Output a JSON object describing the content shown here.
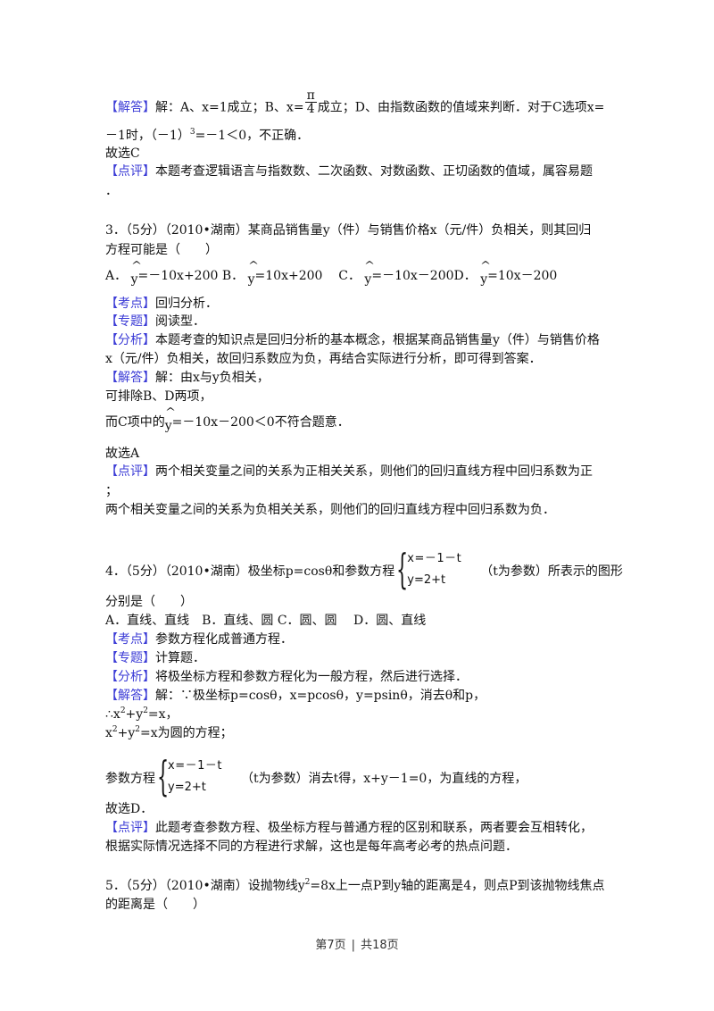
{
  "q2_tail": {
    "answer_tag": "【解答】",
    "answer_line1_a": "解：A、x=1成立；B、x=",
    "pi_num": "π",
    "pi_den": "4",
    "answer_line1_b": "成立；D、由指数函数的值域来判断．对于C选项x=",
    "answer_line2": "－1时，（－1）",
    "answer_line2_sup": "3",
    "answer_line2_b": "=－1＜0，不正确．",
    "conclusion": "故选C",
    "comment_tag": "【点评】",
    "comment_line1": "本题考查逻辑语言与指数数、二次函数、对数函数、正切函数的值域，属容易题",
    "comment_line2": "．"
  },
  "q3": {
    "header": "3．（5分）（2010•湖南）某商品销售量y（件）与销售价格x（元/件）负相关，则其回归",
    "header_line2": "方程可能是（　　）",
    "options": {
      "a_label": "A．",
      "a_expr": "=－10x+200",
      "b_label": "B．",
      "b_expr": "=10x+200",
      "c_label": "C．",
      "c_expr": "=－10x－200",
      "d_label": "D．",
      "d_expr": "=10x－200",
      "hat_symbol": "^",
      "y_var": "y"
    },
    "kaodian_tag": "【考点】",
    "kaodian": "回归分析．",
    "zhuanti_tag": "【专题】",
    "zhuanti": "阅读型．",
    "fenxi_tag": "【分析】",
    "fenxi_line1": "本题考查的知识点是回归分析的基本概念，根据某商品销售量y（件）与销售价格",
    "fenxi_line2": "x（元/件）负相关，故回归系数应为负，再结合实际进行分析，即可得到答案．",
    "jieda_tag": "【解答】",
    "jieda_line1": "解：由x与y负相关，",
    "jieda_line2": "可排除B、D两项，",
    "jieda_line3_a": "而C项中的",
    "jieda_line3_b": "=－10x－200＜0不符合题意．",
    "conclusion": "故选A",
    "dianping_tag": "【点评】",
    "dianping_line1": "两个相关变量之间的关系为正相关关系，则他们的回归直线方程中回归系数为正",
    "dianping_line2": "；",
    "dianping_line3": "两个相关变量之间的关系为负相关关系，则他们的回归直线方程中回归系数为负．"
  },
  "q4": {
    "header_a": "4．（5分）（2010•湖南）极坐标p=cosθ和参数方程",
    "sys_row1": "x=－1－t",
    "sys_row2": "y=2+t",
    "header_b": "（t为参数）所表示的图形",
    "header_line2": "分别是（　　）",
    "options": "A．直线、直线　B．直线、圆 C．圆、圆　 D．圆、直线",
    "kaodian_tag": "【考点】",
    "kaodian": "参数方程化成普通方程．",
    "zhuanti_tag": "【专题】",
    "zhuanti": "计算题．",
    "fenxi_tag": "【分析】",
    "fenxi": "将极坐标方程和参数方程化为一般方程，然后进行选择．",
    "jieda_tag": "【解答】",
    "jieda_line1": "解：∵极坐标p=cosθ，x=pcosθ，y=psinθ，消去θ和p，",
    "jieda_line2_a": "∴x",
    "jieda_line2_b": "+y",
    "jieda_line2_c": "=x，",
    "jieda_line3_a": "x",
    "jieda_line3_b": "+y",
    "jieda_line3_c": "=x为圆的方程；",
    "sup2": "2",
    "jieda_line4_a": "参数方程",
    "jieda_line4_b": "（t为参数）消去t得，x+y－1=0，为直线的方程，",
    "conclusion": "故选D．",
    "dianping_tag": "【点评】",
    "dianping_line1": "此题考查参数方程、极坐标方程与普通方程的区别和联系，两者要会互相转化，",
    "dianping_line2": "根据实际情况选择不同的方程进行求解，这也是每年高考必考的热点问题．"
  },
  "q5": {
    "header_a": "5．（5分）（2010•湖南）设抛物线y",
    "header_sup": "2",
    "header_b": "=8x上一点P到y轴的距离是4，则点P到该抛物线焦点",
    "header_line2": "的距离是（　　）"
  },
  "footer": {
    "page_current": "第7页",
    "separator": "|",
    "page_total": "共18页"
  },
  "colors": {
    "tag_blue": "#3b3bd6",
    "text": "#111111"
  }
}
